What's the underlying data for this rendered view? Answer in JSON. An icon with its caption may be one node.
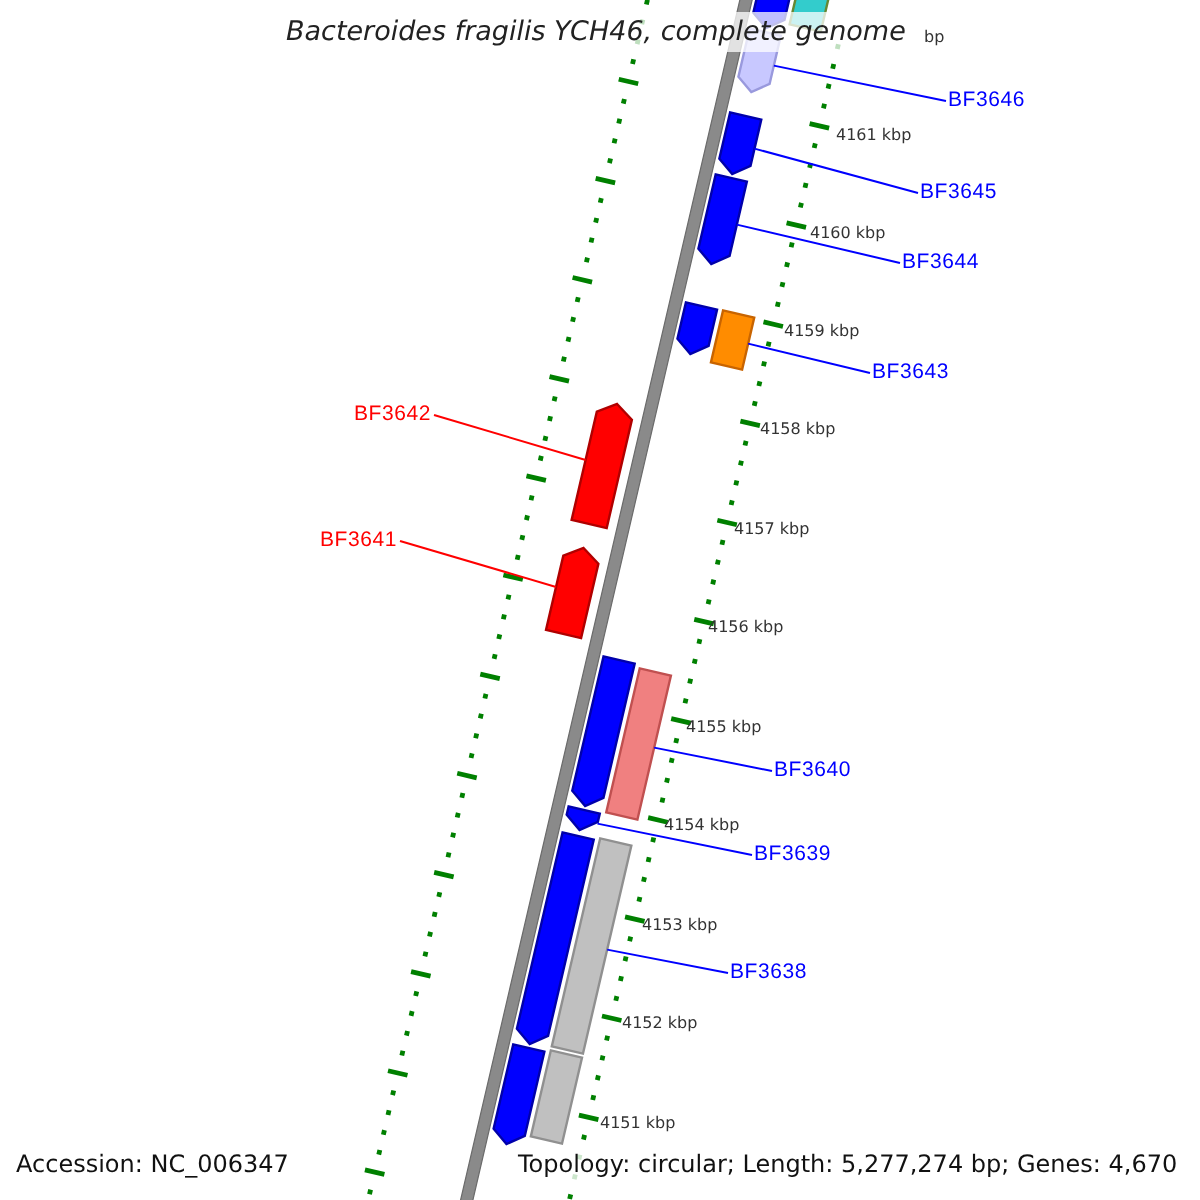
{
  "diagram": {
    "title": "Bacteroides fragilis YCH46, complete genome",
    "nodes": [
      {
        "text": [],
        "shape": "arrow"
      },
      {
        "text": [],
        "shape": "bar"
      },
      {
        "text": [],
        "shape": "arrow"
      },
      {
        "text": [
          "BF3646"
        ]
      },
      {
        "text": [],
        "shape": "arrow"
      },
      {
        "text": [],
        "shape": "arrow"
      },
      {
        "text": [
          "BF3645"
        ]
      },
      {
        "text": [
          "BF3644"
        ]
      },
      {
        "text": [],
        "shape": "arrow"
      },
      {
        "text": [],
        "shape": "bar"
      },
      {
        "text": [
          "BF3643"
        ]
      },
      {
        "text": [
          "BF3642"
        ]
      },
      {
        "text": [],
        "shape": "arrow"
      },
      {
        "text": [
          "BF3641"
        ]
      },
      {
        "text": [],
        "shape": "arrow"
      },
      {
        "text": [],
        "shape": "arrow"
      },
      {
        "text": [],
        "shape": "bar"
      },
      {
        "text": [
          "BF3640"
        ]
      },
      {
        "text": [],
        "shape": "arrow"
      },
      {
        "text": [],
        "shape": "arrow"
      },
      {
        "text": [],
        "shape": "bar"
      },
      {
        "text": [
          "BF3639"
        ]
      },
      {
        "text": [
          "BF3638"
        ]
      },
      {
        "text": [],
        "shape": "arrow"
      },
      {
        "text": [],
        "shape": "bar"
      }
    ],
    "edges": [
      {
        "from": 3,
        "to": 2,
        "arrow": "none"
      },
      {
        "from": 6,
        "to": 4,
        "arrow": "none"
      },
      {
        "from": 7,
        "to": 5,
        "arrow": "none"
      },
      {
        "from": 10,
        "to": 9,
        "arrow": "none"
      },
      {
        "from": 11,
        "to": 12,
        "arrow": "none",
        "color": "#ff0000"
      },
      {
        "from": 13,
        "to": 14,
        "arrow": "none",
        "color": "#ff0000"
      },
      {
        "from": 17,
        "to": 16,
        "arrow": "none"
      },
      {
        "from": 21,
        "to": 18,
        "arrow": "none"
      },
      {
        "from": 22,
        "to": 20,
        "arrow": "none"
      }
    ],
    "labels": [
      "bp",
      "4161 kbp",
      "4160 kbp",
      "4159 kbp",
      "4158 kbp",
      "4157 kbp",
      "4156 kbp",
      "4155 kbp",
      "4154 kbp",
      "4153 kbp",
      "4152 kbp",
      "4151 kbp",
      "Accession: NC_006347",
      "Topology: circular; Length: 5,277,274 bp; Genes: 4,670"
    ]
  }
}
